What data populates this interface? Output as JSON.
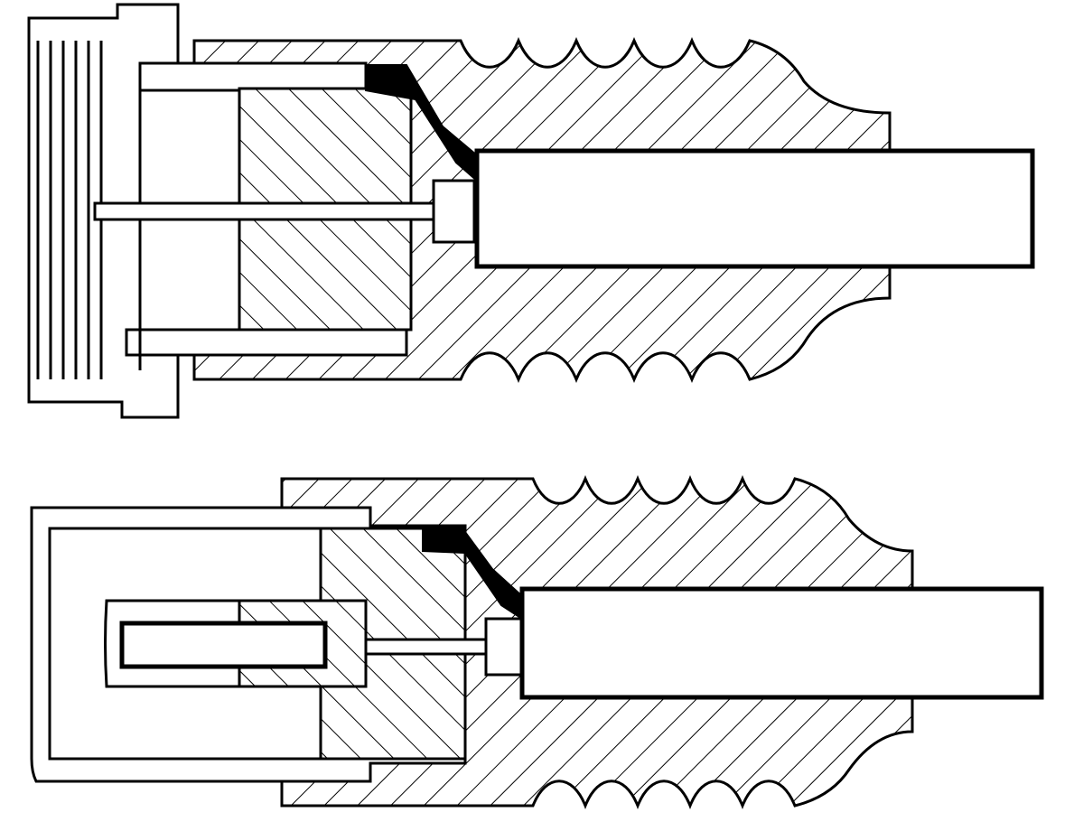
{
  "diagram": {
    "type": "cross-section technical drawing",
    "components": [
      "connector-top",
      "connector-bottom"
    ]
  },
  "colors": {
    "line": "#000000",
    "background": "#ffffff",
    "seal": "#000000"
  }
}
